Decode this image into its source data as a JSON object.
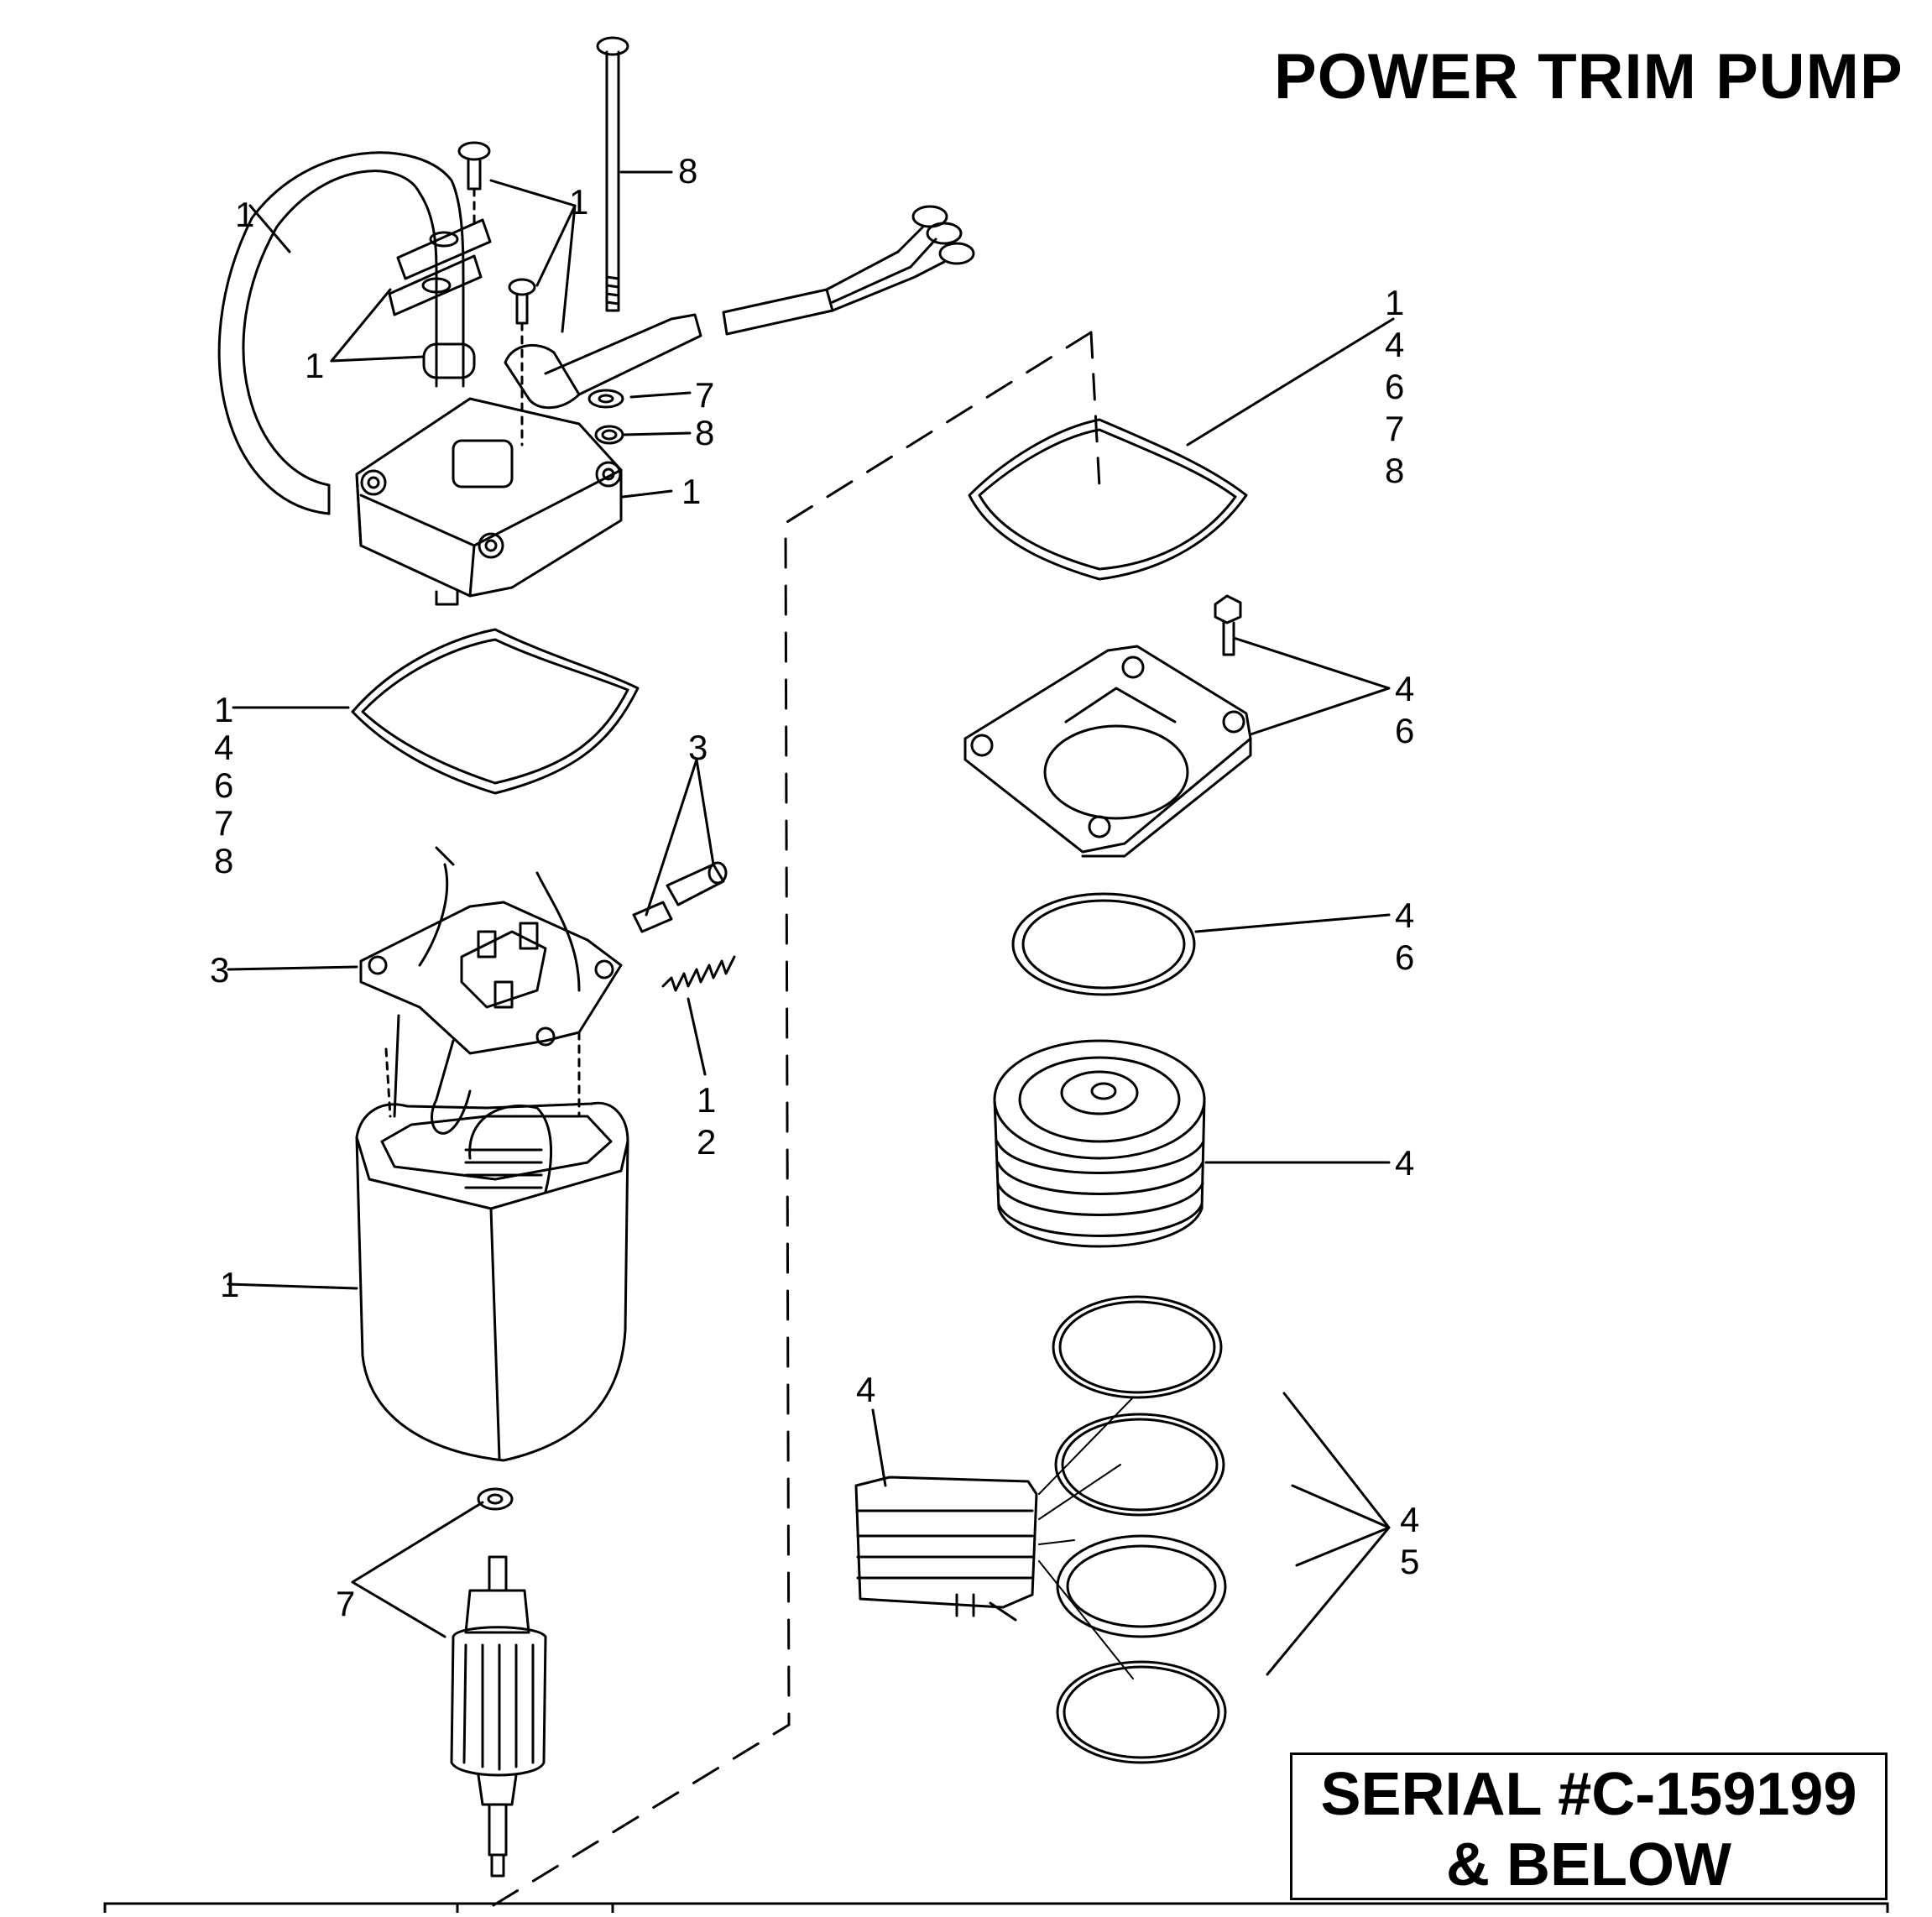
{
  "title": "POWER TRIM PUMP",
  "serial": {
    "line1": "SERIAL #C-159199",
    "line2": "& BELOW"
  },
  "callouts": {
    "c_hose": "1",
    "c_screw_group": "1",
    "c_flange": "1",
    "c_long_bolt": "8",
    "c_washer": "7",
    "c_seal8": "8",
    "c_end_cap": "1",
    "c_oring_left": [
      "1",
      "4",
      "6",
      "7",
      "8"
    ],
    "c_brush_plate": "3",
    "c_brush_parts": "3",
    "c_spring": [
      "1",
      "2"
    ],
    "c_motor_frame": "1",
    "c_armature": "7",
    "c_oring_right": [
      "1",
      "4",
      "6",
      "7",
      "8"
    ],
    "c_pump_base": [
      "4",
      "6"
    ],
    "c_large_oring": [
      "4",
      "6"
    ],
    "c_pump_body": "4",
    "c_valve_body": "4",
    "c_valve_orings": [
      "4",
      "5"
    ]
  }
}
